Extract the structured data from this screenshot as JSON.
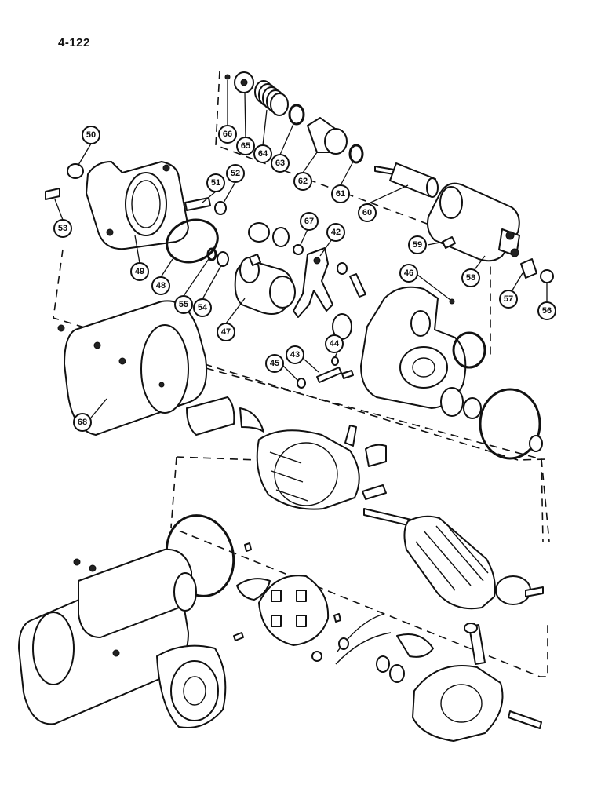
{
  "page_number": "4-122",
  "callouts": [
    {
      "id": "c50",
      "label": "50"
    },
    {
      "id": "c51",
      "label": "51"
    },
    {
      "id": "c52",
      "label": "52"
    },
    {
      "id": "c53",
      "label": "53"
    },
    {
      "id": "c49",
      "label": "49"
    },
    {
      "id": "c48",
      "label": "48"
    },
    {
      "id": "c55",
      "label": "55"
    },
    {
      "id": "c54",
      "label": "54"
    },
    {
      "id": "c47",
      "label": "47"
    },
    {
      "id": "c66",
      "label": "66"
    },
    {
      "id": "c65",
      "label": "65"
    },
    {
      "id": "c64",
      "label": "64"
    },
    {
      "id": "c63",
      "label": "63"
    },
    {
      "id": "c62",
      "label": "62"
    },
    {
      "id": "c61",
      "label": "61"
    },
    {
      "id": "c60",
      "label": "60"
    },
    {
      "id": "c67",
      "label": "67"
    },
    {
      "id": "c42",
      "label": "42"
    },
    {
      "id": "c59",
      "label": "59"
    },
    {
      "id": "c58",
      "label": "58"
    },
    {
      "id": "c46",
      "label": "46"
    },
    {
      "id": "c57",
      "label": "57"
    },
    {
      "id": "c56",
      "label": "56"
    },
    {
      "id": "c44",
      "label": "44"
    },
    {
      "id": "c43",
      "label": "43"
    },
    {
      "id": "c45",
      "label": "45"
    },
    {
      "id": "c68",
      "label": "68"
    }
  ]
}
